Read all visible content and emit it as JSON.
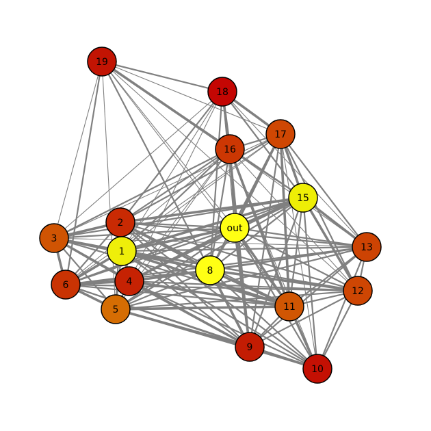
{
  "graph": {
    "type": "network",
    "edge_color": "#808080",
    "node_outline": "#000000",
    "nodes": [
      {
        "id": "19",
        "color": "#c21403"
      },
      {
        "id": "18",
        "color": "#c40603"
      },
      {
        "id": "17",
        "color": "#cf4703"
      },
      {
        "id": "16",
        "color": "#cc3703"
      },
      {
        "id": "15",
        "color": "#eeee06"
      },
      {
        "id": "out",
        "color": "#ffff14"
      },
      {
        "id": "2",
        "color": "#c92a03"
      },
      {
        "id": "3",
        "color": "#d05403"
      },
      {
        "id": "1",
        "color": "#eeee0a"
      },
      {
        "id": "13",
        "color": "#cd4303"
      },
      {
        "id": "8",
        "color": "#ffff14"
      },
      {
        "id": "4",
        "color": "#c62203"
      },
      {
        "id": "6",
        "color": "#c93303"
      },
      {
        "id": "12",
        "color": "#ce4603"
      },
      {
        "id": "11",
        "color": "#d05603"
      },
      {
        "id": "5",
        "color": "#d56d03"
      },
      {
        "id": "9",
        "color": "#c31c03"
      },
      {
        "id": "10",
        "color": "#c41003"
      }
    ],
    "edges": [
      [
        "19",
        "18",
        2
      ],
      [
        "19",
        "17",
        1
      ],
      [
        "19",
        "16",
        3
      ],
      [
        "19",
        "15",
        2
      ],
      [
        "19",
        "3",
        1
      ],
      [
        "19",
        "6",
        2
      ],
      [
        "19",
        "5",
        1
      ],
      [
        "19",
        "8",
        2
      ],
      [
        "19",
        "11",
        1
      ],
      [
        "19",
        "9",
        1
      ],
      [
        "19",
        "out",
        1
      ],
      [
        "19",
        "12",
        1
      ],
      [
        "18",
        "17",
        3
      ],
      [
        "18",
        "16",
        3
      ],
      [
        "18",
        "15",
        2
      ],
      [
        "18",
        "2",
        2
      ],
      [
        "18",
        "3",
        1
      ],
      [
        "18",
        "1",
        1
      ],
      [
        "18",
        "8",
        2
      ],
      [
        "18",
        "9",
        2
      ],
      [
        "18",
        "13",
        1
      ],
      [
        "18",
        "out",
        1
      ],
      [
        "18",
        "4",
        1
      ],
      [
        "17",
        "16",
        2
      ],
      [
        "17",
        "15",
        3
      ],
      [
        "17",
        "out",
        3
      ],
      [
        "17",
        "2",
        2
      ],
      [
        "17",
        "3",
        1
      ],
      [
        "17",
        "8",
        2
      ],
      [
        "17",
        "13",
        2
      ],
      [
        "17",
        "12",
        2
      ],
      [
        "17",
        "11",
        3
      ],
      [
        "17",
        "9",
        2
      ],
      [
        "17",
        "10",
        1
      ],
      [
        "17",
        "1",
        1
      ],
      [
        "17",
        "6",
        1
      ],
      [
        "16",
        "15",
        2
      ],
      [
        "16",
        "out",
        2
      ],
      [
        "16",
        "2",
        2
      ],
      [
        "16",
        "3",
        2
      ],
      [
        "16",
        "1",
        2
      ],
      [
        "16",
        "8",
        2
      ],
      [
        "16",
        "11",
        3
      ],
      [
        "16",
        "9",
        2
      ],
      [
        "16",
        "10",
        1
      ],
      [
        "16",
        "4",
        1
      ],
      [
        "16",
        "13",
        1
      ],
      [
        "16",
        "12",
        1
      ],
      [
        "16",
        "6",
        1
      ],
      [
        "16",
        "5",
        1
      ],
      [
        "15",
        "out",
        3
      ],
      [
        "15",
        "2",
        3
      ],
      [
        "15",
        "1",
        3
      ],
      [
        "15",
        "3",
        2
      ],
      [
        "15",
        "8",
        2
      ],
      [
        "15",
        "13",
        3
      ],
      [
        "15",
        "12",
        3
      ],
      [
        "15",
        "11",
        2
      ],
      [
        "15",
        "9",
        2
      ],
      [
        "15",
        "10",
        2
      ],
      [
        "15",
        "4",
        2
      ],
      [
        "15",
        "6",
        2
      ],
      [
        "15",
        "5",
        2
      ],
      [
        "out",
        "2",
        2
      ],
      [
        "out",
        "1",
        3
      ],
      [
        "out",
        "3",
        2
      ],
      [
        "out",
        "8",
        2
      ],
      [
        "out",
        "13",
        2
      ],
      [
        "out",
        "12",
        2
      ],
      [
        "out",
        "11",
        3
      ],
      [
        "out",
        "9",
        3
      ],
      [
        "out",
        "10",
        2
      ],
      [
        "out",
        "4",
        3
      ],
      [
        "out",
        "6",
        2
      ],
      [
        "out",
        "5",
        2
      ],
      [
        "2",
        "3",
        3
      ],
      [
        "2",
        "1",
        2
      ],
      [
        "2",
        "8",
        3
      ],
      [
        "2",
        "13",
        2
      ],
      [
        "2",
        "12",
        2
      ],
      [
        "2",
        "11",
        2
      ],
      [
        "2",
        "9",
        2
      ],
      [
        "2",
        "10",
        2
      ],
      [
        "2",
        "6",
        2
      ],
      [
        "2",
        "5",
        2
      ],
      [
        "2",
        "4",
        2
      ],
      [
        "3",
        "1",
        3
      ],
      [
        "3",
        "6",
        3
      ],
      [
        "3",
        "4",
        3
      ],
      [
        "3",
        "5",
        2
      ],
      [
        "3",
        "8",
        3
      ],
      [
        "3",
        "13",
        1
      ],
      [
        "3",
        "9",
        2
      ],
      [
        "3",
        "11",
        2
      ],
      [
        "3",
        "12",
        1
      ],
      [
        "1",
        "6",
        3
      ],
      [
        "1",
        "4",
        2
      ],
      [
        "1",
        "5",
        2
      ],
      [
        "1",
        "8",
        3
      ],
      [
        "1",
        "13",
        2
      ],
      [
        "1",
        "12",
        2
      ],
      [
        "1",
        "11",
        3
      ],
      [
        "1",
        "9",
        2
      ],
      [
        "1",
        "10",
        2
      ],
      [
        "13",
        "8",
        2
      ],
      [
        "13",
        "12",
        2
      ],
      [
        "13",
        "11",
        2
      ],
      [
        "13",
        "9",
        2
      ],
      [
        "13",
        "10",
        2
      ],
      [
        "13",
        "4",
        2
      ],
      [
        "13",
        "6",
        2
      ],
      [
        "13",
        "5",
        2
      ],
      [
        "8",
        "4",
        3
      ],
      [
        "8",
        "6",
        2
      ],
      [
        "8",
        "5",
        2
      ],
      [
        "8",
        "12",
        3
      ],
      [
        "8",
        "11",
        3
      ],
      [
        "8",
        "9",
        3
      ],
      [
        "8",
        "10",
        2
      ],
      [
        "4",
        "6",
        3
      ],
      [
        "4",
        "5",
        2
      ],
      [
        "4",
        "12",
        2
      ],
      [
        "4",
        "11",
        3
      ],
      [
        "4",
        "9",
        3
      ],
      [
        "4",
        "10",
        2
      ],
      [
        "6",
        "5",
        3
      ],
      [
        "6",
        "12",
        2
      ],
      [
        "6",
        "11",
        2
      ],
      [
        "6",
        "9",
        2
      ],
      [
        "6",
        "10",
        2
      ],
      [
        "12",
        "11",
        2
      ],
      [
        "12",
        "9",
        2
      ],
      [
        "12",
        "10",
        2
      ],
      [
        "12",
        "5",
        2
      ],
      [
        "11",
        "9",
        2
      ],
      [
        "11",
        "10",
        3
      ],
      [
        "11",
        "5",
        3
      ],
      [
        "5",
        "9",
        3
      ],
      [
        "5",
        "10",
        2
      ],
      [
        "9",
        "10",
        3
      ]
    ]
  }
}
